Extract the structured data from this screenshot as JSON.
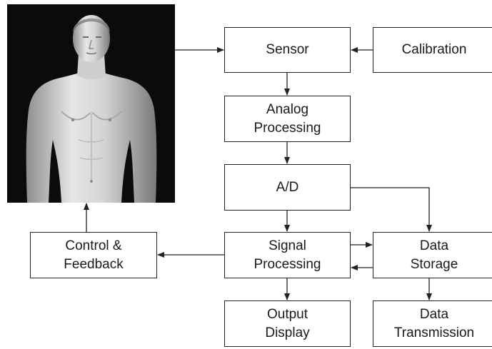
{
  "figure": {
    "image_alt": "human torso",
    "blocks": {
      "sensor": "Sensor",
      "calibration": "Calibration",
      "analog": "Analog\nProcessing",
      "ad": "A/D",
      "signal": "Signal\nProcessing",
      "control": "Control &\nFeedback",
      "storage": "Data\nStorage",
      "output": "Output\nDisplay",
      "transmission": "Data\nTransmission"
    }
  }
}
